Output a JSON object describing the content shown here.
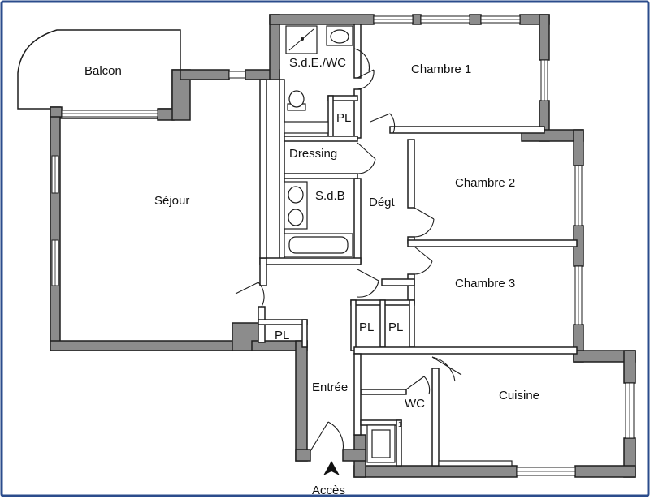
{
  "rooms": {
    "balcon": "Balcon",
    "sejour": "Séjour",
    "sde_wc": "S.d.E./WC",
    "chambre1": "Chambre 1",
    "dressing": "Dressing",
    "chambre2": "Chambre 2",
    "sdb": "S.d.B",
    "degt": "Dégt",
    "chambre3": "Chambre 3",
    "entree": "Entrée",
    "cuisine": "Cuisine",
    "wc": "WC"
  },
  "placards": [
    "PL",
    "PL",
    "PL",
    "PL"
  ],
  "wc_marker": "1",
  "access": {
    "label": "Accès"
  }
}
